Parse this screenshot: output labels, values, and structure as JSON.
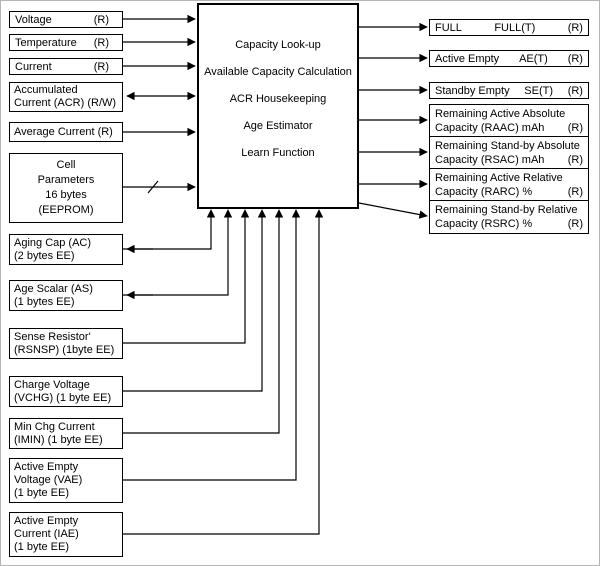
{
  "diagram": {
    "colors": {
      "line": "#000000",
      "box_bg": "#ffffff",
      "page_bg": "#ffffff"
    },
    "core": {
      "lines": [
        "Capacity Look-up",
        "Available Capacity Calculation",
        "ACR Housekeeping",
        "Age Estimator",
        "Learn Function"
      ]
    },
    "inputs": {
      "voltage": {
        "label": "Voltage",
        "access": "(R)"
      },
      "temperature": {
        "label": "Temperature",
        "access": "(R)"
      },
      "current": {
        "label": "Current",
        "access": "(R)"
      },
      "acr": {
        "lines": [
          "Accumulated",
          "Current (ACR) (R/W)"
        ]
      },
      "avg_current": {
        "label": "Average Current (R)"
      },
      "cell_params": {
        "lines": [
          "Cell",
          "Parameters",
          "16 bytes",
          "(EEPROM)"
        ]
      },
      "aging_cap": {
        "lines": [
          "Aging Cap (AC)",
          "(2 bytes EE)"
        ]
      },
      "age_scalar": {
        "lines": [
          "Age Scalar (AS)",
          "(1 bytes EE)"
        ]
      },
      "sense_resistor": {
        "lines": [
          "Sense Resistor'",
          "(RSNSP) (1byte EE)"
        ]
      },
      "charge_voltage": {
        "lines": [
          "Charge Voltage",
          "(VCHG) (1 byte EE)"
        ]
      },
      "min_chg_current": {
        "lines": [
          "Min Chg Current",
          "(IMIN) (1 byte EE)"
        ]
      },
      "active_empty_voltage": {
        "lines": [
          "Active Empty",
          "Voltage (VAE)",
          "(1 byte EE)"
        ]
      },
      "active_empty_current": {
        "lines": [
          "Active Empty",
          "Current (IAE)",
          "(1 byte EE)"
        ]
      }
    },
    "outputs": {
      "full": {
        "label": "FULL",
        "register": "FULL(T)",
        "access": "(R)"
      },
      "active_empty": {
        "label": "Active Empty",
        "register": "AE(T)",
        "access": "(R)"
      },
      "standby_empty": {
        "label": "Standby Empty",
        "register": "SE(T)",
        "access": "(R)"
      },
      "raac": {
        "line1": "Remaining Active Absolute",
        "line2": "Capacity (RAAC) mAh",
        "access": "(R)"
      },
      "rsac": {
        "line1": "Remaining Stand-by Absolute",
        "line2": "Capacity (RSAC) mAh",
        "access": "(R)"
      },
      "rarc": {
        "line1": "Remaining Active Relative",
        "line2": "Capacity (RARC) %",
        "access": "(R)"
      },
      "rsrc": {
        "line1": "Remaining Stand-by Relative",
        "line2": "Capacity (RSRC) %",
        "access": "(R)"
      }
    }
  }
}
